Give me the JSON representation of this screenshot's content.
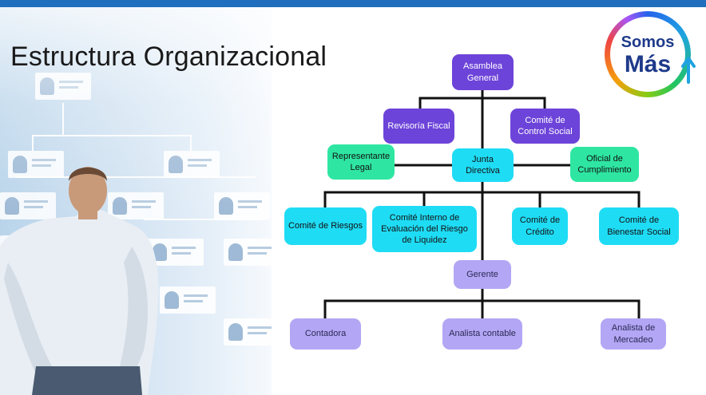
{
  "page": {
    "title": "Estructura Organizacional"
  },
  "logo": {
    "line1": "Somos",
    "line2": "Más"
  },
  "colors": {
    "top_bar": "#1f6fbe",
    "governance": "#6d44d9",
    "legal_compliance": "#2ee6a2",
    "committees": "#1fdcf5",
    "operations": "#b3a6f4"
  },
  "org_chart": {
    "nodes": [
      {
        "id": "asamblea",
        "label": "Asamblea General",
        "level": 1
      },
      {
        "id": "revisoria",
        "label": "Revisoría Fiscal",
        "level": 2
      },
      {
        "id": "control_social",
        "label": "Comité de Control Social",
        "level": 2
      },
      {
        "id": "junta",
        "label": "Junta Directiva",
        "level": 3
      },
      {
        "id": "representante",
        "label": "Representante Legal",
        "level": 3
      },
      {
        "id": "oficial",
        "label": "Oficial de Cumplimiento",
        "level": 3
      },
      {
        "id": "riesgos",
        "label": "Comité de Riesgos",
        "level": 4
      },
      {
        "id": "liquidez",
        "label": "Comité Interno de Evaluación del Riesgo de Liquidez",
        "level": 4
      },
      {
        "id": "credito",
        "label": "Comité de Crédito",
        "level": 4
      },
      {
        "id": "bienestar",
        "label": "Comité de Bienestar Social",
        "level": 4
      },
      {
        "id": "gerente",
        "label": "Gerente",
        "level": 5
      },
      {
        "id": "contadora",
        "label": "Contadora",
        "level": 6
      },
      {
        "id": "analista_contable",
        "label": "Analista contable",
        "level": 6
      },
      {
        "id": "analista_mercadeo",
        "label": "Analista de Mercadeo",
        "level": 6
      }
    ],
    "edges": [
      [
        "asamblea",
        "revisoria"
      ],
      [
        "asamblea",
        "control_social"
      ],
      [
        "asamblea",
        "junta"
      ],
      [
        "junta",
        "representante"
      ],
      [
        "junta",
        "oficial"
      ],
      [
        "junta",
        "riesgos"
      ],
      [
        "junta",
        "liquidez"
      ],
      [
        "junta",
        "credito"
      ],
      [
        "junta",
        "bienestar"
      ],
      [
        "junta",
        "gerente"
      ],
      [
        "gerente",
        "contadora"
      ],
      [
        "gerente",
        "analista_contable"
      ],
      [
        "gerente",
        "analista_mercadeo"
      ]
    ]
  }
}
